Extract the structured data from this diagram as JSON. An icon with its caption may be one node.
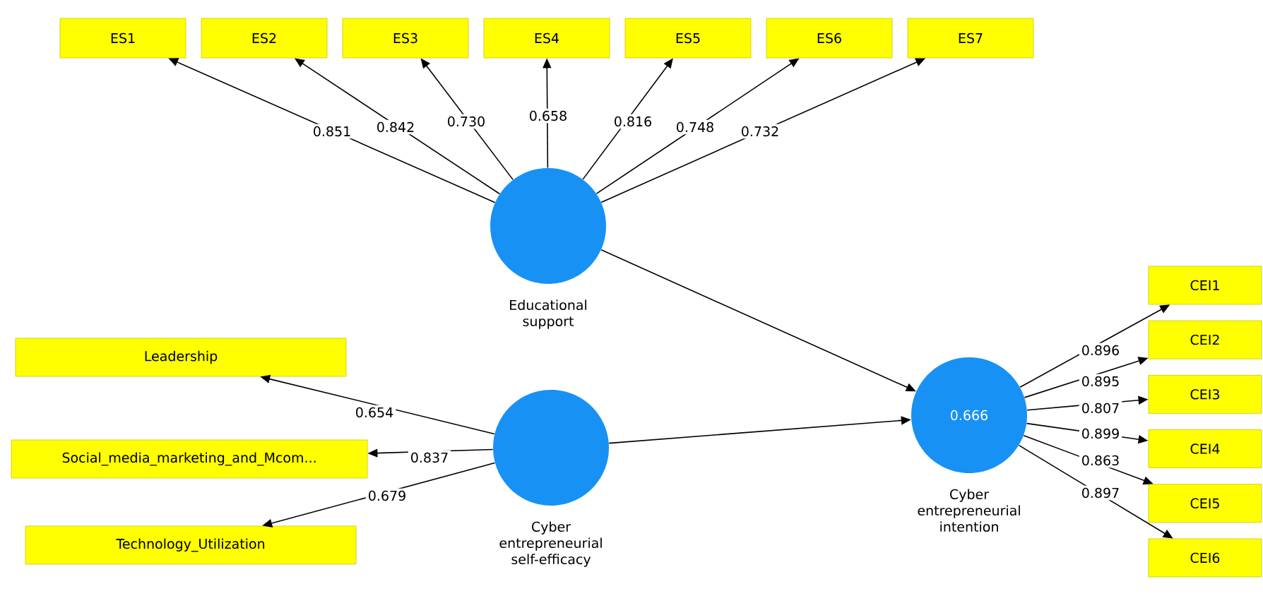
{
  "diagram": {
    "nodes": [
      {
        "text": [
          "ES1"
        ]
      },
      {
        "text": [
          "ES2"
        ]
      },
      {
        "text": [
          "ES3"
        ]
      },
      {
        "text": [
          "ES4"
        ]
      },
      {
        "text": [
          "ES5"
        ]
      },
      {
        "text": [
          "ES6"
        ]
      },
      {
        "text": [
          "ES7"
        ]
      },
      {
        "text": [
          "Educational support"
        ]
      },
      {
        "text": [
          "Leadership"
        ]
      },
      {
        "text": [
          "Social_media_marketing_and_Mcom..."
        ]
      },
      {
        "text": [
          "Technology_Utilization"
        ]
      },
      {
        "text": [
          "Cyber entrepreneurial self-efficacy"
        ]
      },
      {
        "text": [
          "0.666",
          "Cyber entrepreneurial intention"
        ]
      },
      {
        "text": [
          "CEI1"
        ]
      },
      {
        "text": [
          "CEI2"
        ]
      },
      {
        "text": [
          "CEI3"
        ]
      },
      {
        "text": [
          "CEI4"
        ]
      },
      {
        "text": [
          "CEI5"
        ]
      },
      {
        "text": [
          "CEI6"
        ]
      }
    ],
    "edges": [
      {
        "from": 7,
        "to": 0,
        "arrow": "to",
        "label": "0.851"
      },
      {
        "from": 7,
        "to": 1,
        "arrow": "to",
        "label": "0.842"
      },
      {
        "from": 7,
        "to": 2,
        "arrow": "to",
        "label": "0.730"
      },
      {
        "from": 7,
        "to": 3,
        "arrow": "to",
        "label": "0.658"
      },
      {
        "from": 7,
        "to": 4,
        "arrow": "to",
        "label": "0.816"
      },
      {
        "from": 7,
        "to": 5,
        "arrow": "to",
        "label": "0.748"
      },
      {
        "from": 7,
        "to": 6,
        "arrow": "to",
        "label": "0.732"
      },
      {
        "from": 7,
        "to": 12,
        "arrow": "to"
      },
      {
        "from": 11,
        "to": 8,
        "arrow": "to",
        "label": "0.654"
      },
      {
        "from": 11,
        "to": 9,
        "arrow": "to",
        "label": "0.837"
      },
      {
        "from": 11,
        "to": 10,
        "arrow": "to",
        "label": "0.679"
      },
      {
        "from": 11,
        "to": 12,
        "arrow": "to"
      },
      {
        "from": 12,
        "to": 13,
        "arrow": "to",
        "label": "0.896"
      },
      {
        "from": 12,
        "to": 14,
        "arrow": "to",
        "label": "0.895"
      },
      {
        "from": 12,
        "to": 15,
        "arrow": "to",
        "label": "0.807"
      },
      {
        "from": 12,
        "to": 16,
        "arrow": "to",
        "label": "0.899"
      },
      {
        "from": 12,
        "to": 17,
        "arrow": "to",
        "label": "0.863"
      },
      {
        "from": 12,
        "to": 18,
        "arrow": "to",
        "label": "0.897"
      }
    ]
  }
}
